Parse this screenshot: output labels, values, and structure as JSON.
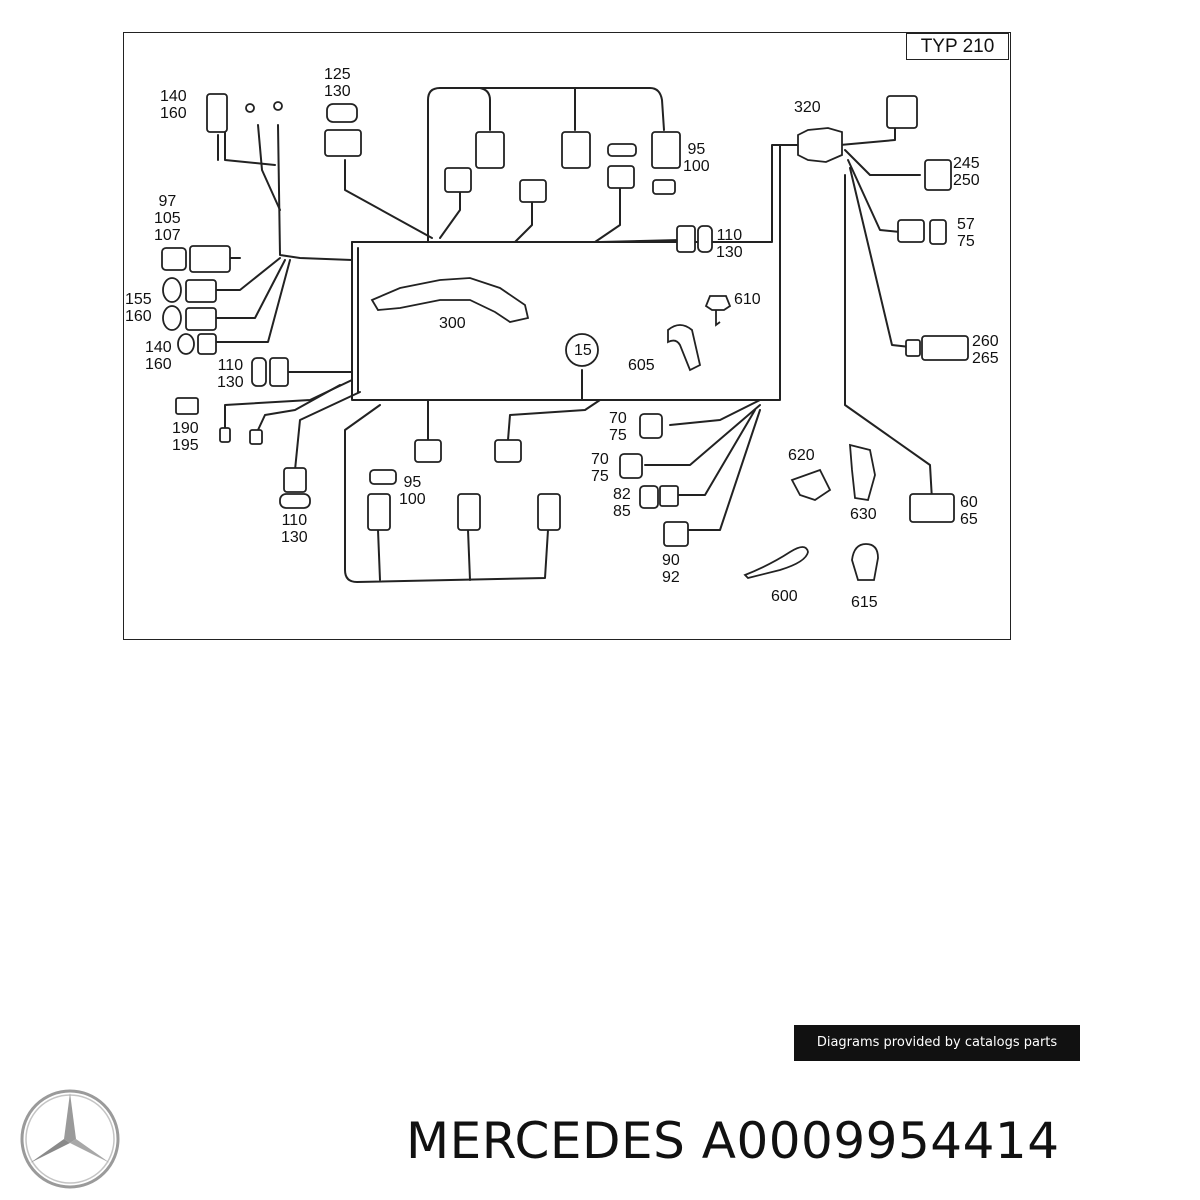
{
  "diagram": {
    "variant_label": "TYP 210",
    "callouts": [
      {
        "id": "c-140-160-a",
        "text": "140\n160"
      },
      {
        "id": "c-125-130",
        "text": "125\n130"
      },
      {
        "id": "c-95-100-a",
        "text": "95\n100"
      },
      {
        "id": "c-320",
        "text": "320"
      },
      {
        "id": "c-245-250",
        "text": "245\n250"
      },
      {
        "id": "c-97-105-107",
        "text": "97\n105\n107"
      },
      {
        "id": "c-110-130-a",
        "text": "110\n130"
      },
      {
        "id": "c-57-75",
        "text": "57\n75"
      },
      {
        "id": "c-610",
        "text": "610"
      },
      {
        "id": "c-155-160",
        "text": "155\n160"
      },
      {
        "id": "c-300",
        "text": "300"
      },
      {
        "id": "c-260-265",
        "text": "260\n265"
      },
      {
        "id": "c-140-160-b",
        "text": "140\n160"
      },
      {
        "id": "c-15",
        "text": "15"
      },
      {
        "id": "c-605",
        "text": "605"
      },
      {
        "id": "c-110-130-b",
        "text": "110\n130"
      },
      {
        "id": "c-190-195",
        "text": "190\n195"
      },
      {
        "id": "c-70-75-a",
        "text": "70\n75"
      },
      {
        "id": "c-620",
        "text": "620"
      },
      {
        "id": "c-70-75-b",
        "text": "70\n75"
      },
      {
        "id": "c-95-100-b",
        "text": "95\n100"
      },
      {
        "id": "c-82-85",
        "text": "82\n85"
      },
      {
        "id": "c-630",
        "text": "630"
      },
      {
        "id": "c-60-65",
        "text": "60\n65"
      },
      {
        "id": "c-110-130-c",
        "text": "110\n130"
      },
      {
        "id": "c-90-92",
        "text": "90\n92"
      },
      {
        "id": "c-600",
        "text": "600"
      },
      {
        "id": "c-615",
        "text": "615"
      }
    ]
  },
  "watermark": "Diagrams provided by catalogs parts",
  "footer": {
    "brand": "MERCEDES",
    "part_number": "A0009954414"
  },
  "colors": {
    "line": "#222222",
    "watermark_bg": "#111111",
    "watermark_text": "#ffffff",
    "logo": "#9a9a9a"
  },
  "icons": {
    "logo": "mercedes-star-icon"
  }
}
